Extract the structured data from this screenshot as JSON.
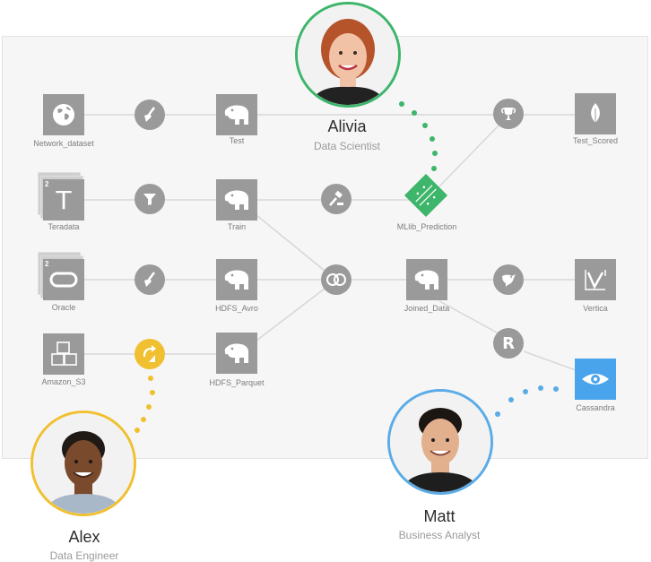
{
  "nodes": {
    "network_dataset": "Network_dataset",
    "test": "Test",
    "test_scored": "Test_Scored",
    "teradata": "Teradata",
    "train": "Train",
    "mllib_prediction": "MLlib_Prediction",
    "oracle": "Oracle",
    "hdfs_avro": "HDFS_Avro",
    "joined_data": "Joined_Data",
    "vertica": "Vertica",
    "amazon_s3": "Amazon_S3",
    "hdfs_parquet": "HDFS_Parquet",
    "cassandra": "Cassandra"
  },
  "badges": {
    "stack": "2"
  },
  "glyphs": {
    "teradata_letter": "T",
    "r_letter": "R"
  },
  "people": {
    "alivia": {
      "name": "Alivia",
      "role": "Data Scientist",
      "color": "#3db56a"
    },
    "alex": {
      "name": "Alex",
      "role": "Data Engineer",
      "color": "#f0c030"
    },
    "matt": {
      "name": "Matt",
      "role": "Business Analyst",
      "color": "#5aabe6"
    }
  },
  "colors": {
    "node_gray": "#9a9a9a",
    "line_gray": "#d7d7d7",
    "mllib_green": "#3db56a",
    "cassandra_blue": "#4aa4ec"
  }
}
